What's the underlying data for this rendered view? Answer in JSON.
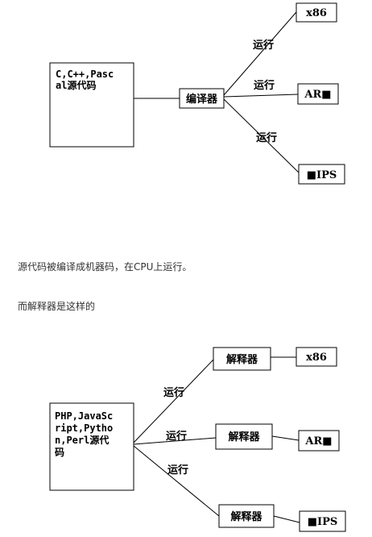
{
  "compiled": {
    "source_lines": [
      "C,C++,Pasc",
      "al源代码"
    ],
    "compiler_label": "编译器",
    "edge_label": "运行",
    "targets": [
      "x86",
      "AR■",
      "■IPS"
    ]
  },
  "captions": {
    "compiled_caption": "源代码被编译成机器码，在CPU上运行。",
    "interpreted_intro": "而解释器是这样的"
  },
  "interpreted": {
    "source_lines": [
      "PHP,JavaSc",
      "ript,Pytho",
      "n,Perl源代",
      "码"
    ],
    "interpreter_label": "解释器",
    "edge_label": "运行",
    "targets": [
      "x86",
      "AR■",
      "■IPS"
    ]
  }
}
